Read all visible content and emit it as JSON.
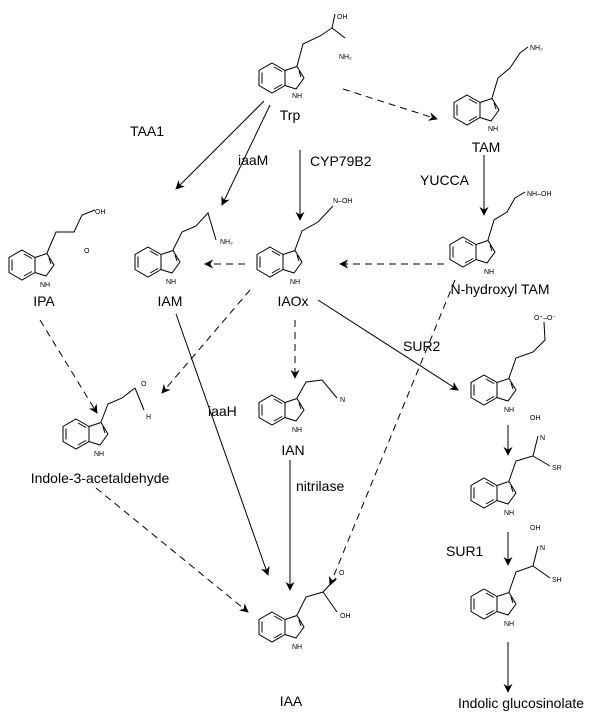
{
  "compounds": [
    {
      "id": "trp",
      "name": "Trp"
    },
    {
      "id": "tam",
      "name": "TAM"
    },
    {
      "id": "ipa",
      "name": "IPA"
    },
    {
      "id": "iam",
      "name": "IAM"
    },
    {
      "id": "iaox",
      "name": "IAOx"
    },
    {
      "id": "nhtam",
      "name": "N-hydroxyl TAM"
    },
    {
      "id": "ian",
      "name": "IAN"
    },
    {
      "id": "iaald",
      "name": "Indole-3-acetaldehyde"
    },
    {
      "id": "iaa",
      "name": "IAA"
    },
    {
      "id": "glu",
      "name": "Indolic glucosinolate"
    }
  ],
  "enzymes": {
    "taa1": "TAA1",
    "iaam": "iaaM",
    "cyp": "CYP79B2",
    "yucca": "YUCCA",
    "sur2": "SUR2",
    "iaah": "iaaH",
    "nitrilase": "nitrilase",
    "sur1": "SUR1"
  },
  "atoms": {
    "oh": "OH",
    "nh2": "NH₂",
    "nh": "NH",
    "n": "N",
    "o": "O",
    "h": "H",
    "sr": "SR",
    "sh": "SH",
    "oxime": "N–OH",
    "nhoh": "NH–OH",
    "nitrone": "O⁺–O⁻"
  }
}
